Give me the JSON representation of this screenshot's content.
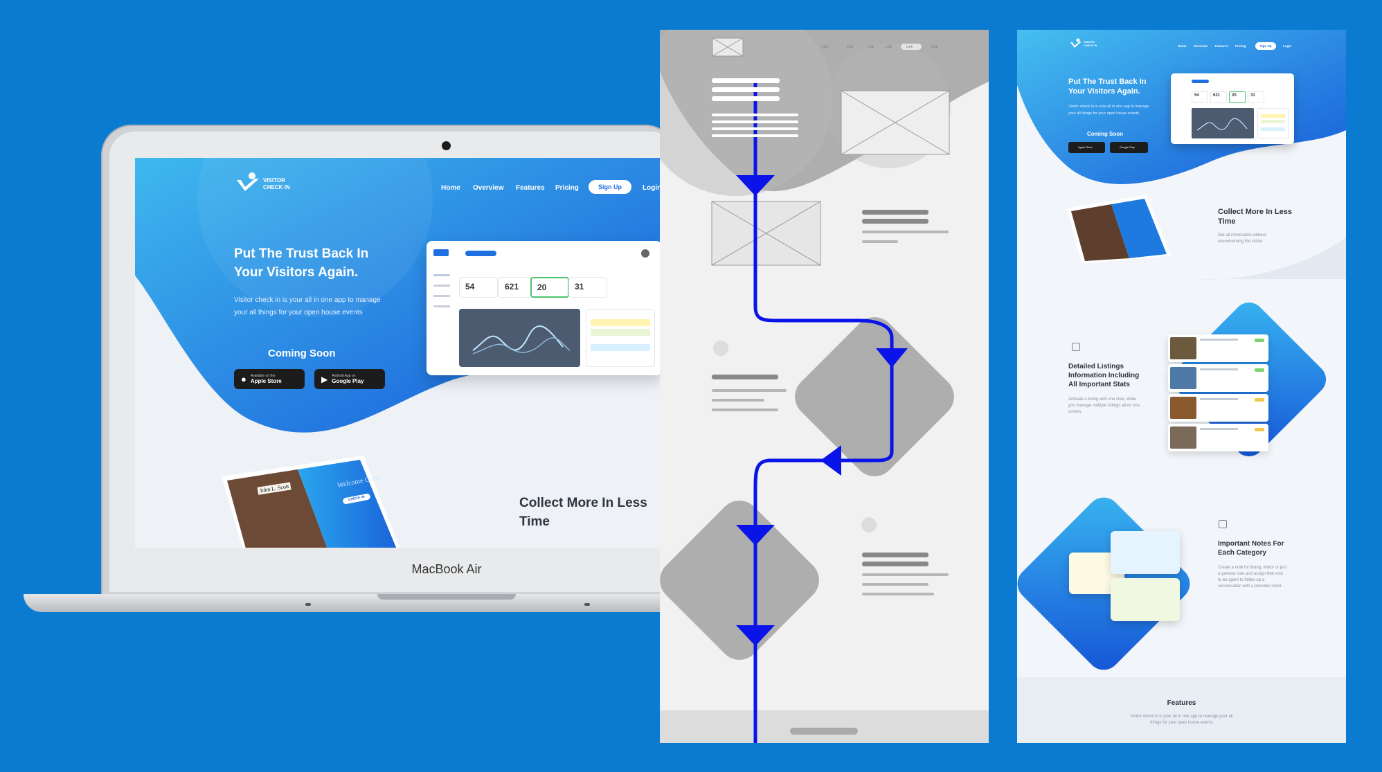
{
  "brand": {
    "line1": "VISITOR",
    "line2": "CHECK IN"
  },
  "nav": {
    "home": "Home",
    "overview": "Overview",
    "features": "Features",
    "pricing": "Pricing",
    "signup": "Sign Up",
    "login": "Login"
  },
  "hero": {
    "title_line1": "Put The Trust Back In",
    "title_line2": "Your Visitors Again.",
    "sub_line1": "Visitor check in is your all in one app to manage",
    "sub_line2": "your all things for your open house events",
    "coming_soon": "Coming Soon",
    "apple_small": "Available on the",
    "apple_big": "Apple Store",
    "google_small": "Android App on",
    "google_big": "Google Play"
  },
  "dashboard": {
    "stats": [
      "54",
      "621",
      "20",
      "31"
    ]
  },
  "collect": {
    "line1": "Collect More In Less",
    "line2": "Time",
    "sub_line1": "Get all information without",
    "sub_line2": "overwhelming the visitor."
  },
  "welcome": {
    "sign": "John L. Scott",
    "text": "Welcome Guest",
    "button": "CHECK IN"
  },
  "laptop": {
    "label": "MacBook Air"
  },
  "wireframe": {
    "nav": [
      "Link",
      "Link",
      "Link",
      "Link",
      "Link",
      "Link"
    ]
  },
  "listings": {
    "line1": "Detailed Listings",
    "line2": "Information Including",
    "line3": "All Important Stats",
    "sub_line1": "Activate a listing with one click, while",
    "sub_line2": "you manage multiple listings all on one",
    "sub_line3": "screen."
  },
  "notes": {
    "line1": "Important Notes For",
    "line2": "Each Category",
    "sub_line1": "Create a note for listing, visitor or just",
    "sub_line2": "a general note and assign that note",
    "sub_line3": "to an agent to follow up a",
    "sub_line4": "conversation with a potential client."
  },
  "features": {
    "title": "Features",
    "sub_line1": "Visitor check in is your all in one app to manage your all",
    "sub_line2": "things for your open house events"
  },
  "colors": {
    "background": "#0a7bd1",
    "accent": "#1e6fe0",
    "flow_line": "#0a13e8"
  }
}
